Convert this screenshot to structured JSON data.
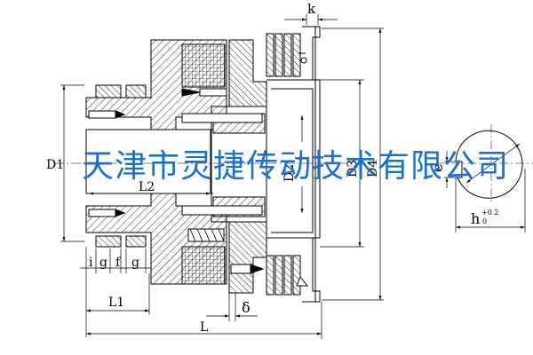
{
  "labels": {
    "k": "k",
    "D1": "D1",
    "L2": "L2",
    "D2": "D2",
    "D3": "D3",
    "D4": "D4",
    "i": "i",
    "g1": "g",
    "f": "f",
    "g2": "g",
    "L1": "L1",
    "delta": "δ",
    "L": "L",
    "e": "e",
    "h": "h",
    "tol_upper": "+0.2",
    "tol_lower": "0"
  },
  "watermark": "天津市灵捷传动技术有限公司",
  "colors": {
    "line": "#000000",
    "watermark": "#1a6fd0",
    "background": "#ffffff"
  }
}
